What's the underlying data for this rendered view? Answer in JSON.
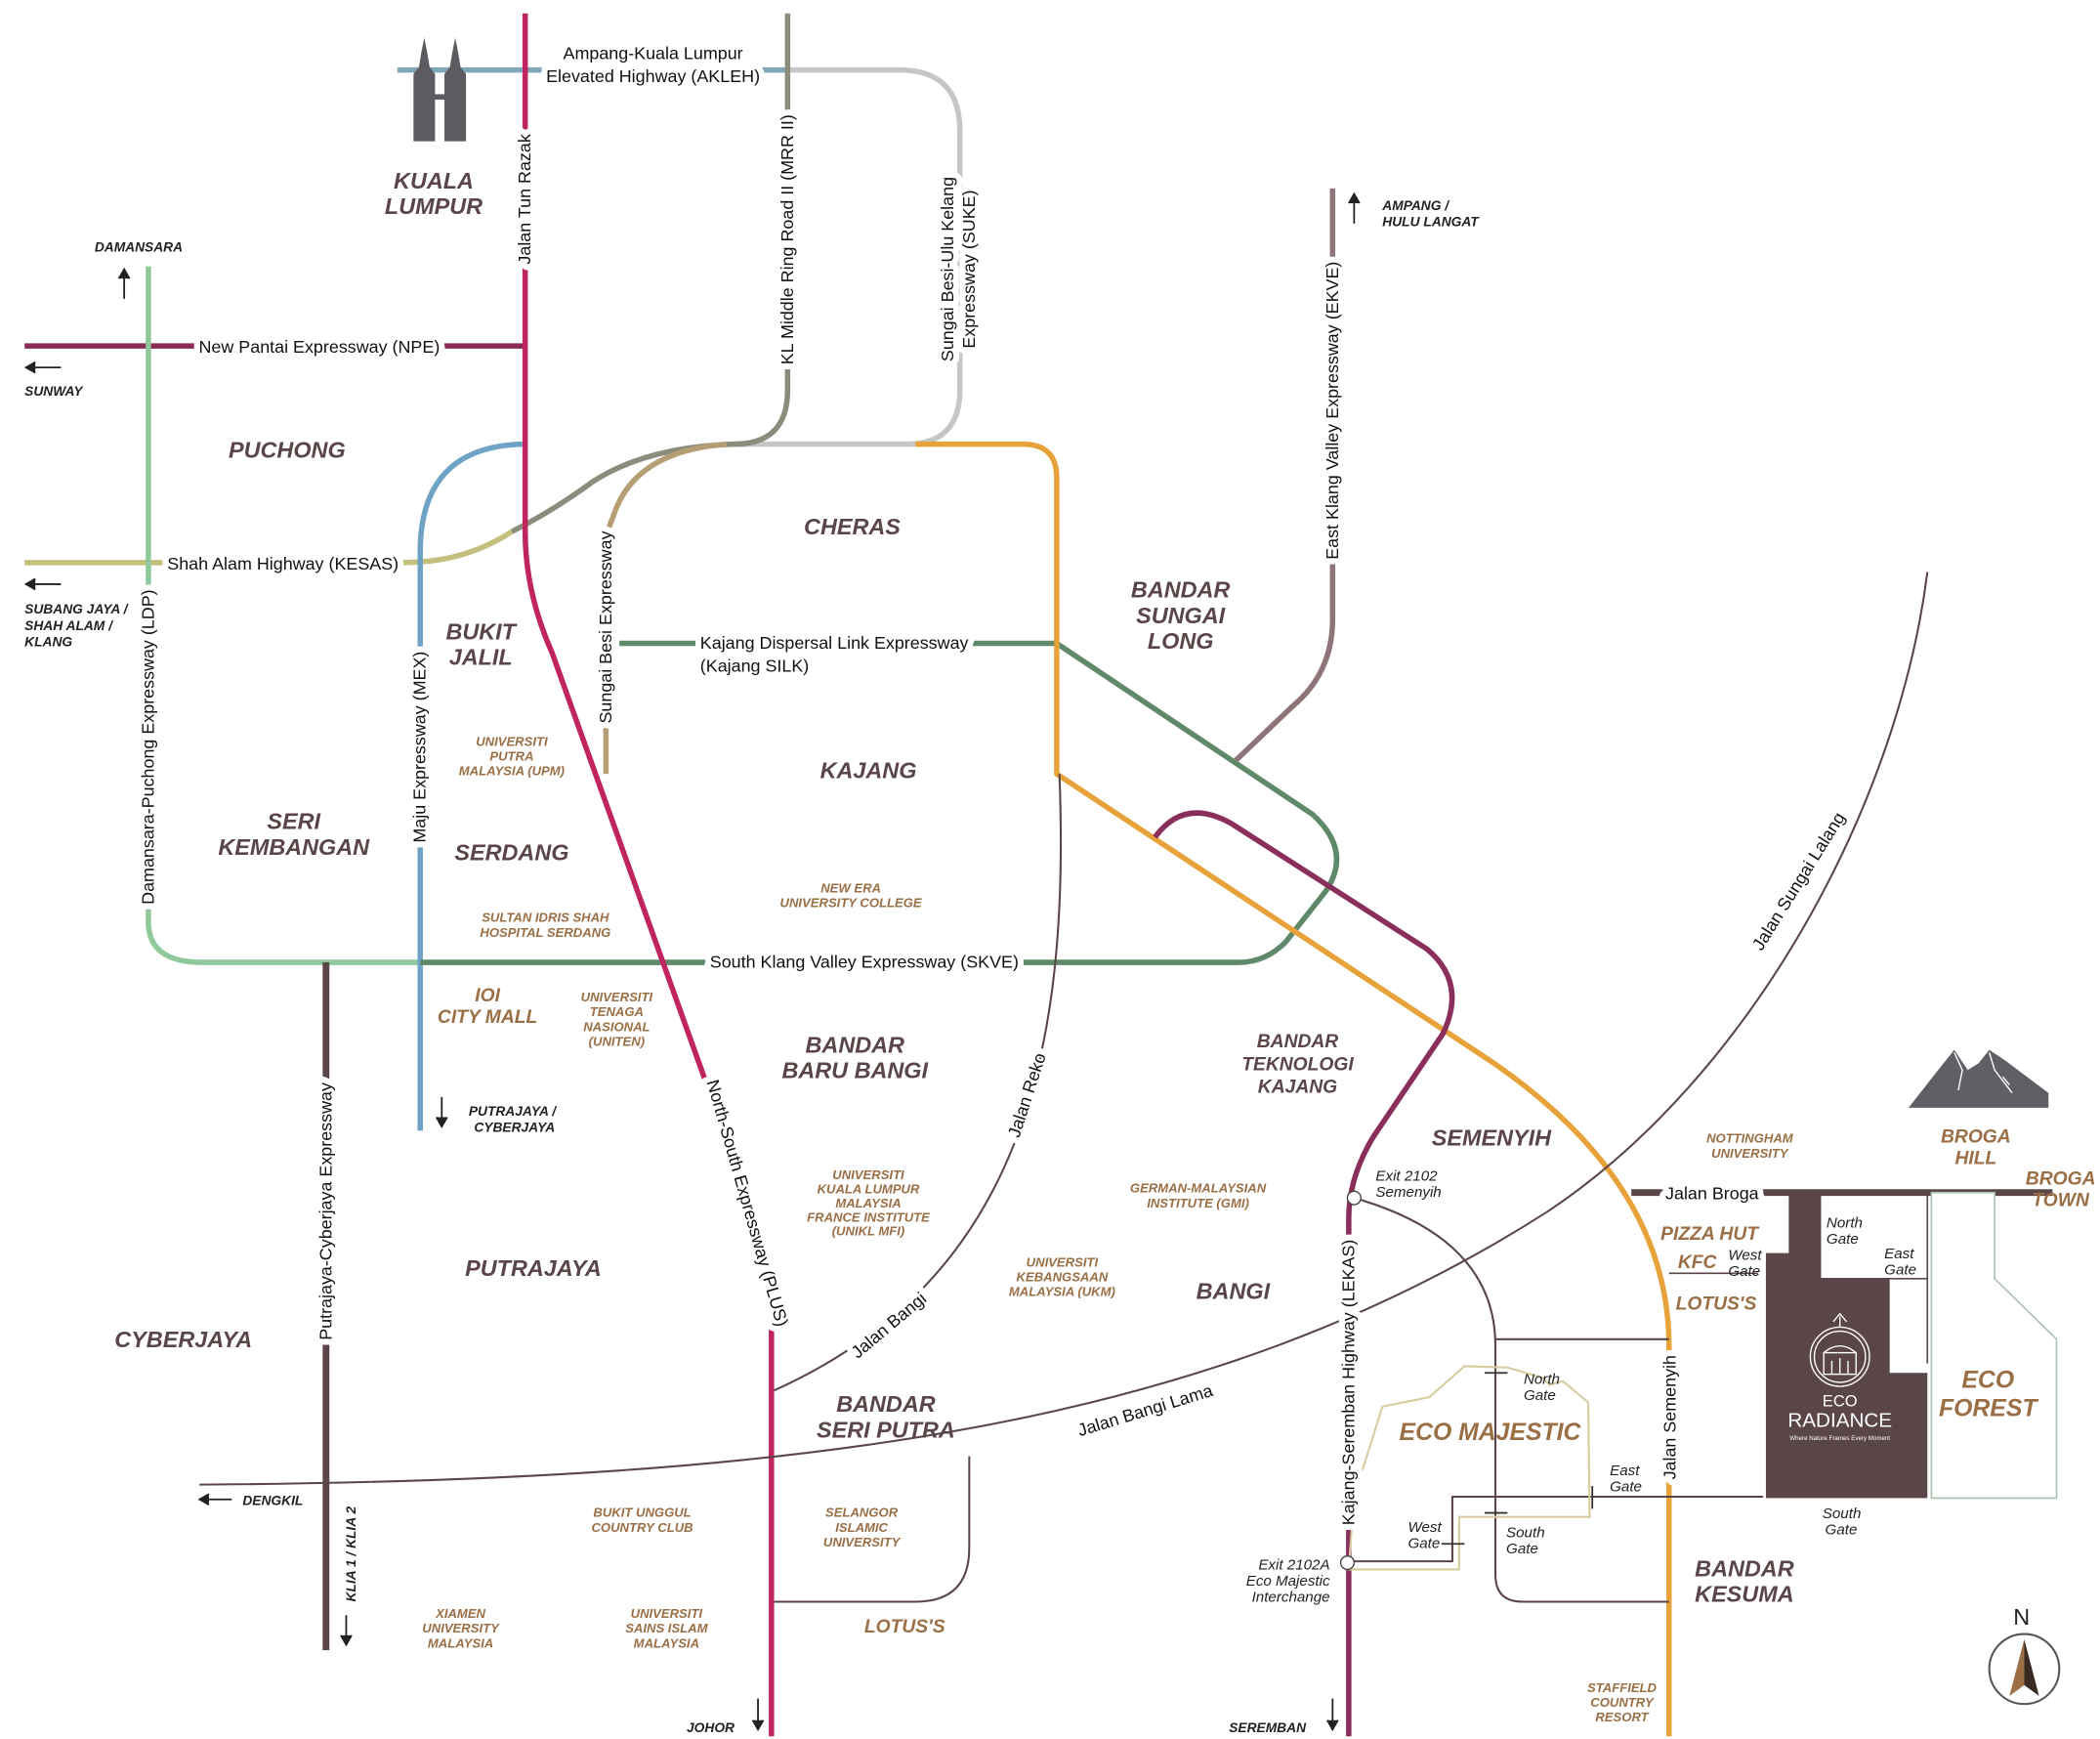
{
  "areas": {
    "kuala_lumpur": [
      "KUALA",
      "LUMPUR"
    ],
    "puchong": "PUCHONG",
    "cheras": "CHERAS",
    "bandar_sungai_long": [
      "BANDAR",
      "SUNGAI",
      "LONG"
    ],
    "bukit_jalil": [
      "BUKIT",
      "JALIL"
    ],
    "kajang": "KAJANG",
    "seri_kembangan": [
      "SERI",
      "KEMBANGAN"
    ],
    "serdang": "SERDANG",
    "bandar_baru_bangi": [
      "BANDAR",
      "BARU BANGI"
    ],
    "bandar_teknologi_kajang": [
      "BANDAR",
      "TEKNOLOGI",
      "KAJANG"
    ],
    "semenyih": "SEMENYIH",
    "putrajaya": "PUTRAJAYA",
    "bangi": "BANGI",
    "cyberjaya": "CYBERJAYA",
    "bandar_seri_putra": [
      "BANDAR",
      "SERI PUTRA"
    ],
    "bandar_kesuma": [
      "BANDAR",
      "KESUMA"
    ]
  },
  "landmarks": {
    "upm": [
      "UNIVERSITI",
      "PUTRA",
      "MALAYSIA (UPM)"
    ],
    "new_era": [
      "NEW ERA",
      "UNIVERSITY COLLEGE"
    ],
    "sultan_idris": [
      "SULTAN IDRIS SHAH",
      "HOSPITAL SERDANG"
    ],
    "ioi_city_mall": [
      "IOI",
      "CITY MALL"
    ],
    "uniten": [
      "UNIVERSITI",
      "TENAGA",
      "NASIONAL",
      "(UNITEN)"
    ],
    "unikl_mfi": [
      "UNIVERSITI",
      "KUALA LUMPUR",
      "MALAYSIA",
      "FRANCE INSTITUTE",
      "(UNIKL MFI)"
    ],
    "gmi": [
      "GERMAN-MALAYSIAN",
      "INSTITUTE (GMI)"
    ],
    "ukm": [
      "UNIVERSITI",
      "KEBANGSAAN",
      "MALAYSIA (UKM)"
    ],
    "nottingham": [
      "NOTTINGHAM",
      "UNIVERSITY"
    ],
    "broga_hill": [
      "BROGA",
      "HILL"
    ],
    "broga_town": [
      "BROGA",
      "TOWN"
    ],
    "pizza_hut": "PIZZA HUT",
    "kfc": "KFC",
    "lotuss_semenyih": "LOTUS'S",
    "lotuss_seri_putra": "LOTUS'S",
    "bukit_unggul": [
      "BUKIT UNGGUL",
      "COUNTRY CLUB"
    ],
    "selangor_islamic": [
      "SELANGOR",
      "ISLAMIC",
      "UNIVERSITY"
    ],
    "xiamen": [
      "XIAMEN",
      "UNIVERSITY",
      "MALAYSIA"
    ],
    "usim": [
      "UNIVERSITI",
      "SAINS ISLAM",
      "MALAYSIA"
    ],
    "staffield": [
      "STAFFIELD",
      "COUNTRY",
      "RESORT"
    ],
    "eco_forest": [
      "ECO",
      "FOREST"
    ],
    "eco_majestic": "ECO MAJESTIC"
  },
  "roads": {
    "akleh": [
      "Ampang-Kuala Lumpur",
      "Elevated Highway (AKLEH)"
    ],
    "tun_razak": "Jalan Tun Razak",
    "mrr2": "KL Middle Ring Road II (MRR II)",
    "suke": [
      "Sungai Besi-Ulu Kelang",
      "Expressway (SUKE)"
    ],
    "ekve": "East Klang Valley Expressway (EKVE)",
    "npe": "New Pantai Expressway (NPE)",
    "kesas": "Shah Alam Highway (KESAS)",
    "ldp": "Damansara-Puchong Expressway (LDP)",
    "mex": "Maju Expressway (MEX)",
    "sungai_besi": "Sungai Besi  Expressway",
    "silk": [
      "Kajang Dispersal Link Expressway",
      "(Kajang SILK)"
    ],
    "skve": "South Klang Valley Expressway  (SKVE)",
    "plus": "North-South Expressway (PLUS)",
    "putrajaya_cyberjaya": "Putrajaya-Cyberjaya Expressway",
    "jalan_reko": "Jalan Reko",
    "jalan_bangi": "Jalan Bangi",
    "jalan_bangi_lama": "Jalan Bangi Lama",
    "jalan_sungai_lalang": "Jalan Sungai Lalang",
    "lekas": "Kajang-Seremban Highway (LEKAS)",
    "jalan_semenyih": "Jalan Semenyih",
    "jalan_broga": "Jalan Broga"
  },
  "directions": {
    "damansara": "DAMANSARA",
    "sunway": "SUNWAY",
    "subang": [
      "SUBANG JAYA /",
      "SHAH ALAM /",
      "KLANG"
    ],
    "ampang": [
      "AMPANG /",
      "HULU LANGAT"
    ],
    "putrajaya_cyberjaya": [
      "PUTRAJAYA /",
      "CYBERJAYA"
    ],
    "klia": "KLIA 1 / KLIA 2",
    "dengkil": "DENGKIL",
    "johor": "JOHOR",
    "seremban": "SEREMBAN"
  },
  "exits": {
    "exit_2102": [
      "Exit 2102",
      "Semenyih"
    ],
    "exit_2102a": [
      "Exit 2102A",
      "Eco Majestic",
      "Interchange"
    ]
  },
  "eco_majestic_gates": {
    "north": [
      "North",
      "Gate"
    ],
    "east": [
      "East",
      "Gate"
    ],
    "west": [
      "West",
      "Gate"
    ],
    "south": [
      "South",
      "Gate"
    ]
  },
  "eco_radiance_gates": {
    "north": [
      "North",
      "Gate"
    ],
    "east": [
      "East",
      "Gate"
    ],
    "west": [
      "West",
      "Gate"
    ],
    "south": [
      "South",
      "Gate"
    ]
  },
  "project": {
    "name_top": "ECO",
    "name": "RADIANCE",
    "tagline": "Where Nature Frames Every Moment"
  },
  "compass": "N",
  "colors": {
    "area_text": "#5a4648",
    "poi_text": "#9a6f45",
    "plus": "#c0255f",
    "lekas": "#8a2f5c",
    "jalan_semenyih": "#e8a23a",
    "skve": "#5e8a6a",
    "ldp": "#8fc99b",
    "mex": "#6fa3c6",
    "kesas": "#c4bf7d",
    "project": "#5a4648"
  }
}
